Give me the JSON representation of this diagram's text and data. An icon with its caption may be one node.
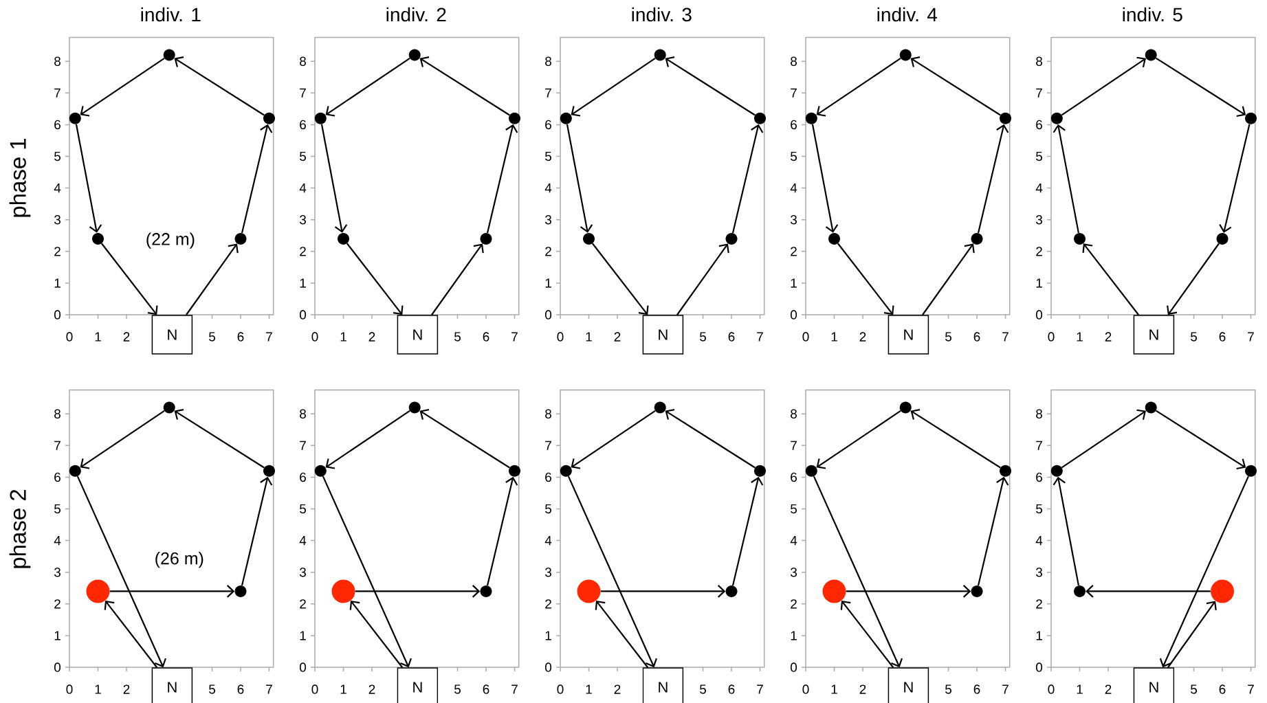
{
  "diagram": {
    "nodes": [
      {
        "text": [],
        "shape": "circle"
      },
      {
        "text": [],
        "shape": "circle"
      },
      {
        "text": [],
        "shape": "circle"
      },
      {
        "text": [],
        "shape": "circle"
      },
      {
        "text": [],
        "shape": "circle"
      },
      {
        "text": [
          "N"
        ]
      },
      {
        "text": [],
        "shape": "circle"
      },
      {
        "text": [],
        "shape": "circle"
      },
      {
        "text": [],
        "shape": "circle"
      },
      {
        "text": [],
        "shape": "circle"
      },
      {
        "text": [],
        "shape": "circle"
      },
      {
        "text": [
          "N"
        ]
      },
      {
        "text": [],
        "shape": "circle"
      },
      {
        "text": [],
        "shape": "circle"
      },
      {
        "text": [],
        "shape": "circle"
      },
      {
        "text": [],
        "shape": "circle"
      },
      {
        "text": [],
        "shape": "circle"
      },
      {
        "text": [
          "N"
        ]
      },
      {
        "text": [],
        "shape": "circle"
      },
      {
        "text": [],
        "shape": "circle"
      },
      {
        "text": [],
        "shape": "circle"
      },
      {
        "text": [],
        "shape": "circle"
      },
      {
        "text": [],
        "shape": "circle"
      },
      {
        "text": [
          "N"
        ]
      },
      {
        "text": [],
        "shape": "circle"
      },
      {
        "text": [],
        "shape": "circle"
      },
      {
        "text": [],
        "shape": "circle"
      },
      {
        "text": [],
        "shape": "circle"
      },
      {
        "text": [],
        "shape": "circle"
      },
      {
        "text": [
          "N"
        ]
      },
      {
        "text": [],
        "shape": "circle"
      },
      {
        "text": [],
        "shape": "circle"
      },
      {
        "text": [],
        "shape": "circle"
      },
      {
        "text": [],
        "shape": "circle"
      },
      {
        "text": [],
        "shape": "circle"
      },
      {
        "text": [
          "N"
        ]
      },
      {
        "text": [],
        "shape": "circle"
      },
      {
        "text": [],
        "shape": "circle"
      },
      {
        "text": [],
        "shape": "circle"
      },
      {
        "text": [],
        "shape": "circle"
      },
      {
        "text": [],
        "shape": "circle"
      },
      {
        "text": [
          "N"
        ]
      },
      {
        "text": [],
        "shape": "circle"
      },
      {
        "text": [],
        "shape": "circle"
      },
      {
        "text": [],
        "shape": "circle"
      },
      {
        "text": [],
        "shape": "circle"
      },
      {
        "text": [],
        "shape": "circle"
      },
      {
        "text": [
          "N"
        ]
      },
      {
        "text": [],
        "shape": "circle"
      },
      {
        "text": [],
        "shape": "circle"
      },
      {
        "text": [],
        "shape": "circle"
      },
      {
        "text": [],
        "shape": "circle"
      },
      {
        "text": [],
        "shape": "circle"
      },
      {
        "text": [
          "N"
        ]
      },
      {
        "text": [],
        "shape": "circle"
      },
      {
        "text": [],
        "shape": "circle"
      },
      {
        "text": [],
        "shape": "circle"
      },
      {
        "text": [],
        "shape": "circle"
      },
      {
        "text": [],
        "shape": "circle"
      },
      {
        "text": [
          "N"
        ]
      }
    ],
    "edges": [
      {
        "from": 5,
        "to": 4,
        "arrow": "to"
      },
      {
        "from": 4,
        "to": 2,
        "arrow": "to"
      },
      {
        "from": 2,
        "to": 0,
        "arrow": "to"
      },
      {
        "from": 0,
        "to": 1,
        "arrow": "to"
      },
      {
        "from": 1,
        "to": 3,
        "arrow": "to"
      },
      {
        "from": 3,
        "to": 5,
        "arrow": "to"
      },
      {
        "from": 11,
        "to": 10,
        "arrow": "to"
      },
      {
        "from": 10,
        "to": 8,
        "arrow": "to"
      },
      {
        "from": 8,
        "to": 6,
        "arrow": "to"
      },
      {
        "from": 6,
        "to": 7,
        "arrow": "to"
      },
      {
        "from": 7,
        "to": 9,
        "arrow": "to"
      },
      {
        "from": 9,
        "to": 11,
        "arrow": "to"
      },
      {
        "from": 17,
        "to": 16,
        "arrow": "to"
      },
      {
        "from": 16,
        "to": 14,
        "arrow": "to"
      },
      {
        "from": 14,
        "to": 12,
        "arrow": "to"
      },
      {
        "from": 12,
        "to": 13,
        "arrow": "to"
      },
      {
        "from": 13,
        "to": 15,
        "arrow": "to"
      },
      {
        "from": 15,
        "to": 17,
        "arrow": "to"
      },
      {
        "from": 23,
        "to": 22,
        "arrow": "to"
      },
      {
        "from": 22,
        "to": 20,
        "arrow": "to"
      },
      {
        "from": 20,
        "to": 18,
        "arrow": "to"
      },
      {
        "from": 18,
        "to": 19,
        "arrow": "to"
      },
      {
        "from": 19,
        "to": 21,
        "arrow": "to"
      },
      {
        "from": 21,
        "to": 23,
        "arrow": "to"
      },
      {
        "from": 29,
        "to": 27,
        "arrow": "to"
      },
      {
        "from": 27,
        "to": 25,
        "arrow": "to"
      },
      {
        "from": 25,
        "to": 24,
        "arrow": "to"
      },
      {
        "from": 24,
        "to": 26,
        "arrow": "to"
      },
      {
        "from": 26,
        "to": 28,
        "arrow": "to"
      },
      {
        "from": 28,
        "to": 29,
        "arrow": "to"
      },
      {
        "from": 35,
        "to": 33,
        "arrow": "to"
      },
      {
        "from": 33,
        "to": 34,
        "arrow": "to"
      },
      {
        "from": 34,
        "to": 32,
        "arrow": "to"
      },
      {
        "from": 32,
        "to": 30,
        "arrow": "to"
      },
      {
        "from": 30,
        "to": 31,
        "arrow": "to"
      },
      {
        "from": 31,
        "to": 35,
        "arrow": "to"
      },
      {
        "from": 41,
        "to": 39,
        "arrow": "to"
      },
      {
        "from": 39,
        "to": 40,
        "arrow": "to"
      },
      {
        "from": 40,
        "to": 38,
        "arrow": "to"
      },
      {
        "from": 38,
        "to": 36,
        "arrow": "to"
      },
      {
        "from": 36,
        "to": 37,
        "arrow": "to"
      },
      {
        "from": 37,
        "to": 41,
        "arrow": "to"
      },
      {
        "from": 47,
        "to": 45,
        "arrow": "to"
      },
      {
        "from": 45,
        "to": 46,
        "arrow": "to"
      },
      {
        "from": 46,
        "to": 44,
        "arrow": "to"
      },
      {
        "from": 44,
        "to": 42,
        "arrow": "to"
      },
      {
        "from": 42,
        "to": 43,
        "arrow": "to"
      },
      {
        "from": 43,
        "to": 47,
        "arrow": "to"
      },
      {
        "from": 53,
        "to": 51,
        "arrow": "to"
      },
      {
        "from": 51,
        "to": 52,
        "arrow": "to"
      },
      {
        "from": 52,
        "to": 50,
        "arrow": "to"
      },
      {
        "from": 50,
        "to": 48,
        "arrow": "to"
      },
      {
        "from": 48,
        "to": 49,
        "arrow": "to"
      },
      {
        "from": 49,
        "to": 53,
        "arrow": "to"
      },
      {
        "from": 59,
        "to": 58,
        "arrow": "to"
      },
      {
        "from": 58,
        "to": 57,
        "arrow": "to"
      },
      {
        "from": 57,
        "to": 55,
        "arrow": "to"
      },
      {
        "from": 55,
        "to": 54,
        "arrow": "to"
      },
      {
        "from": 54,
        "to": 56,
        "arrow": "to"
      },
      {
        "from": 56,
        "to": 59,
        "arrow": "to"
      }
    ],
    "labels": [
      "indiv. 1",
      "indiv. 2",
      "indiv. 3",
      "indiv. 4",
      "indiv. 5",
      "phase 1",
      "phase 2",
      "(22 m)",
      "(26 m)",
      "0",
      "1",
      "2",
      "3",
      "4",
      "5",
      "6",
      "7",
      "8",
      "0",
      "1",
      "2",
      "5",
      "6",
      "7",
      "0",
      "1",
      "2",
      "3",
      "4",
      "5",
      "6",
      "7",
      "8",
      "0",
      "1",
      "2",
      "5",
      "6",
      "7",
      "0",
      "1",
      "2",
      "3",
      "4",
      "5",
      "6",
      "7",
      "8",
      "0",
      "1",
      "2",
      "5",
      "6",
      "7",
      "0",
      "1",
      "2",
      "3",
      "4",
      "5",
      "6",
      "7",
      "8",
      "0",
      "1",
      "2",
      "5",
      "6",
      "7",
      "0",
      "1",
      "2",
      "3",
      "4",
      "5",
      "6",
      "7",
      "8",
      "0",
      "1",
      "2",
      "5",
      "6",
      "7",
      "0",
      "1",
      "2",
      "3",
      "4",
      "5",
      "6",
      "7",
      "8",
      "0",
      "1",
      "2",
      "5",
      "6",
      "7",
      "0",
      "1",
      "2",
      "3",
      "4",
      "5",
      "6",
      "7",
      "8",
      "0",
      "1",
      "2",
      "5",
      "6",
      "7",
      "0",
      "1",
      "2",
      "3",
      "4",
      "5",
      "6",
      "7",
      "8",
      "0",
      "1",
      "2",
      "5",
      "6",
      "7",
      "0",
      "1",
      "2",
      "3",
      "4",
      "5",
      "6",
      "7",
      "8",
      "0",
      "1",
      "2",
      "5",
      "6",
      "7",
      "0",
      "1",
      "2",
      "3",
      "4",
      "5",
      "6",
      "7",
      "8",
      "0",
      "1",
      "2",
      "5",
      "6",
      "7"
    ]
  }
}
